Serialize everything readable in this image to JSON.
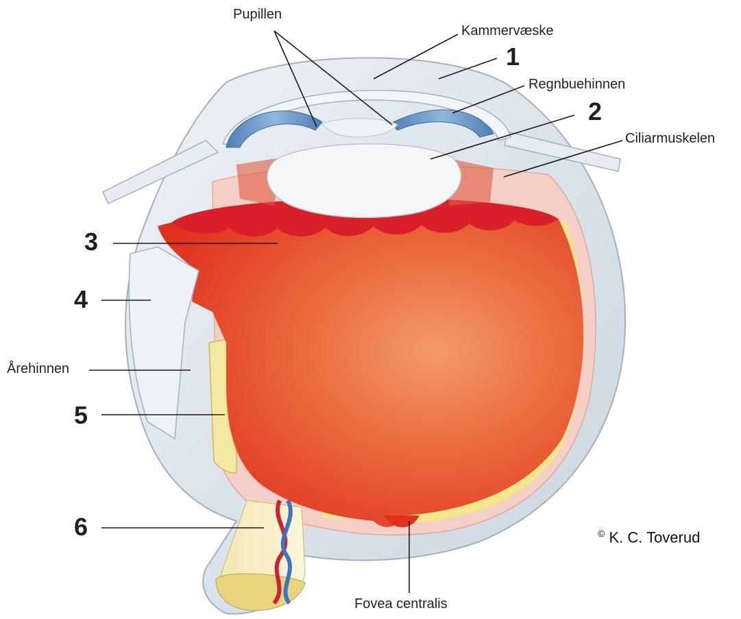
{
  "labels": {
    "pupillen": "Pupillen",
    "kammervaeske": "Kammervæske",
    "regnbuehinnen": "Regnbuehinnen",
    "ciliarmuskelen": "Ciliarmuskelen",
    "arehinnen": "Årehinnen",
    "fovea": "Fovea centralis"
  },
  "numbers": {
    "n1": "1",
    "n2": "2",
    "n3": "3",
    "n4": "4",
    "n5": "5",
    "n6": "6"
  },
  "copyright": {
    "symbol": "©",
    "text": "K. C. Toverud"
  },
  "colors": {
    "vitreous": "#e8472c",
    "ciliary_red": "#d9202a",
    "sclera": "#dde6ee",
    "choroid": "#f4cfc6",
    "retina": "#f3e9a0",
    "iris": "#6d9ac6",
    "lens": "#f4f6f8",
    "nerve": "#f7f1c6",
    "leader": "#1a1a1a"
  }
}
